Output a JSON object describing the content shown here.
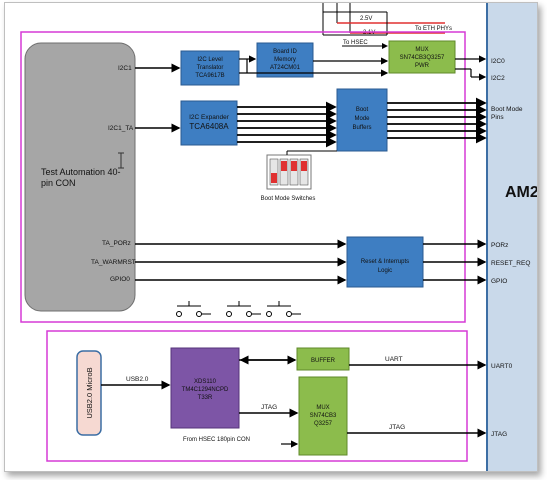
{
  "top_labels": {
    "v25": "2.5V",
    "to_eth": "To ETH PHYs",
    "v2_1": "2.1V",
    "to_hsec": "To HSEC"
  },
  "blocks": {
    "test_automation": [
      "Test Automation 40-",
      "pin CON"
    ],
    "i2c_level_translator": [
      "I2C Level",
      "Translator",
      "TCA9617B"
    ],
    "board_id_memory": [
      "Board ID",
      "Memory",
      "AT24CM01"
    ],
    "mux_top": [
      "MUX",
      "SN74CB3Q3257",
      "PWR"
    ],
    "i2c_expander": [
      "I2C Expander",
      "TCA6408A"
    ],
    "boot_mode_buffers": [
      "Boot",
      "Mode",
      "Buffers"
    ],
    "reset_logic": [
      "Reset & Interrupts",
      "Logic"
    ],
    "usb_connector": "USB2.0 MicroB",
    "xds110": [
      "XDS110",
      "TM4C1294NCPD",
      "T33R"
    ],
    "buffer": "BUFFER",
    "mux_bottom": [
      "MUX",
      "SN74CB3",
      "Q3257"
    ],
    "soc": "AM2"
  },
  "signals": {
    "i2c1": "I2C1",
    "i2c1_ta": "I2C1_TA",
    "ta_porz": "TA_PORz",
    "ta_warmrst": "TA_WARMRST",
    "gpio0": "GPIO0",
    "usb20": "USB2.0",
    "jtag_left": "JTAG",
    "uart": "UART",
    "jtag_right": "JTAG"
  },
  "captions": {
    "boot_mode_switches": "Boot Mode Switches",
    "from_hsec": "From HSEC 180pin CON"
  },
  "soc_pins": {
    "i2c0": "I2C0",
    "i2c2": "I2C2",
    "boot_mode": [
      "Boot Mode",
      "Pins"
    ],
    "porz": "PORz",
    "reset_req": "RESET_REQ",
    "gpio": "GPIO",
    "uart0": "UART0",
    "jtag": "JTAG"
  },
  "colors": {
    "region_outline": "#d63ad6",
    "blue_block": "#3e7ec2",
    "green_block": "#8cbc4c",
    "purple_block": "#7d55a6",
    "gray_block": "#a6a6a6",
    "usb_fill": "#f6d9d2",
    "soc_fill": "#c9d9ea"
  }
}
